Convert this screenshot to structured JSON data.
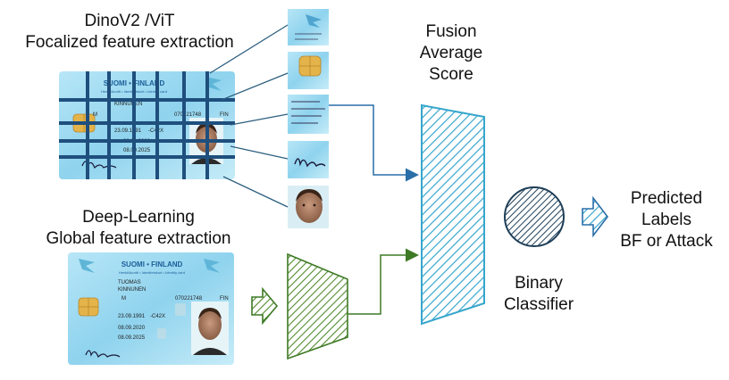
{
  "top_section": {
    "line1": "DinoV2 /ViT",
    "line2": "Focalized feature extraction"
  },
  "bottom_section": {
    "line1": "Deep-Learning",
    "line2": "Global feature extraction"
  },
  "fusion": {
    "line1": "Fusion",
    "line2": "Average",
    "line3": "Score"
  },
  "classifier": {
    "line1": "Binary",
    "line2": "Classifier"
  },
  "output": {
    "line1": "Predicted",
    "line2": "Labels",
    "line3": "BF or Attack"
  },
  "id_card": {
    "header": "SUOMI • FINLAND",
    "subheader": "Henkilökortti • Identitetskort • Identity card",
    "given_name": "TUOMAS",
    "surname": "KINNUNEN",
    "sex": "M",
    "card_number": "070221748",
    "nationality": "FIN",
    "birth_date": "23.09.1991",
    "personal_code": "-C42X",
    "issue_date": "08.09.2020",
    "expiry_date": "08.09.2025"
  },
  "colors": {
    "grid": "#1f4f7d",
    "connector": "#2d5f7f",
    "fusion_hatch": "#36a6cc",
    "fusion_arrow": "#2a6fa8",
    "dl_hatch": "#4e8a2b",
    "dl_arrow": "#3e7a25",
    "classifier_hatch": "#1f3f58",
    "card_bg": "#8fd3ee"
  }
}
